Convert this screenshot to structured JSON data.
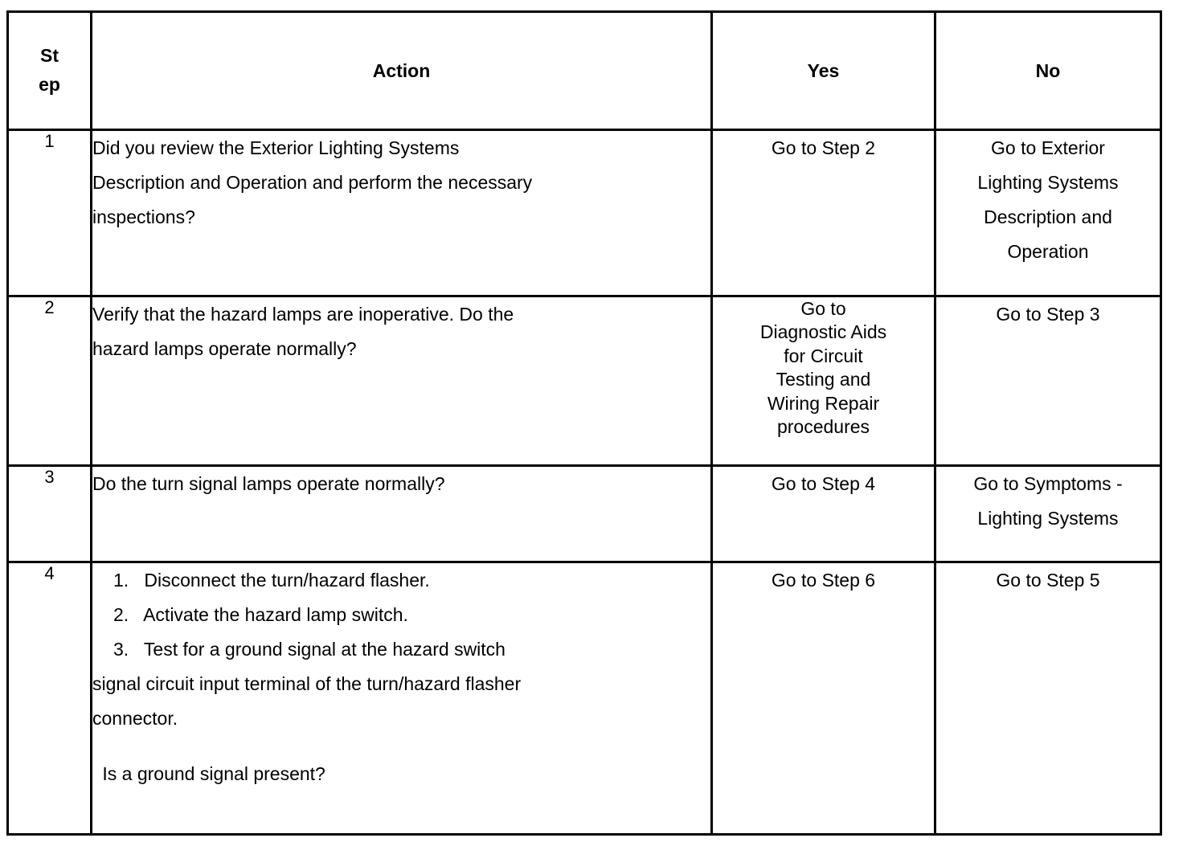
{
  "table": {
    "headers": {
      "step_line1": "St",
      "step_line2": "ep",
      "action": "Action",
      "yes": "Yes",
      "no": "No"
    },
    "rows": [
      {
        "step": "1",
        "action_lines": [
          "Did you review the Exterior Lighting Systems",
          "Description and Operation and perform the necessary",
          "inspections?"
        ],
        "yes_lines": [
          "Go to Step 2"
        ],
        "no_lines": [
          "Go to Exterior",
          "Lighting Systems",
          "Description and",
          "Operation"
        ]
      },
      {
        "step": "2",
        "action_lines": [
          "Verify that the hazard lamps are inoperative. Do the",
          "hazard lamps operate normally?"
        ],
        "yes_lines": [
          "Go to",
          "Diagnostic Aids",
          "for Circuit",
          "Testing and",
          "Wiring Repair",
          "procedures"
        ],
        "no_lines": [
          "Go to Step 3"
        ]
      },
      {
        "step": "3",
        "action_lines": [
          "Do the turn signal lamps operate normally?"
        ],
        "yes_lines": [
          "Go to Step 4"
        ],
        "no_lines": [
          "Go to Symptoms -",
          "Lighting Systems"
        ]
      },
      {
        "step": "4",
        "numbered_items": [
          "1.   Disconnect the turn/hazard flasher.",
          "2.   Activate the hazard lamp switch.",
          "3.   Test for a ground signal at the hazard switch"
        ],
        "continuation_lines": [
          "signal circuit input terminal of the turn/hazard flasher",
          "connector."
        ],
        "question_line": " Is a ground signal present?",
        "yes_lines": [
          "Go to Step 6"
        ],
        "no_lines": [
          "Go to Step 5"
        ]
      }
    ]
  },
  "colors": {
    "border": "#000000",
    "text": "#000000",
    "background": "#ffffff"
  }
}
